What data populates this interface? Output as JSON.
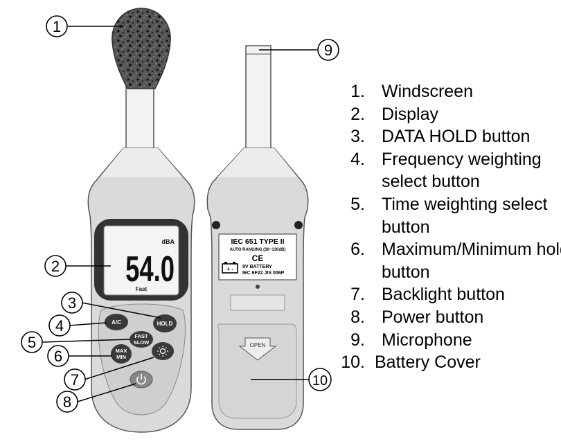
{
  "callouts": [
    "1",
    "2",
    "3",
    "4",
    "5",
    "6",
    "7",
    "8",
    "9",
    "10"
  ],
  "legend": [
    {
      "num": "1.",
      "text": "Windscreen"
    },
    {
      "num": "2.",
      "text": "Display"
    },
    {
      "num": "3.",
      "text": "DATA HOLD button"
    },
    {
      "num": "4.",
      "text": "Frequency weighting select button"
    },
    {
      "num": "5.",
      "text": "Time weighting select button"
    },
    {
      "num": "6.",
      "text": "Maximum/Minimum hold button"
    },
    {
      "num": "7.",
      "text": "Backlight button"
    },
    {
      "num": "8.",
      "text": "Power button"
    },
    {
      "num": "9.",
      "text": "Microphone"
    },
    {
      "num": "10.",
      "text": "Battery Cover"
    }
  ],
  "front": {
    "unit": "dBA",
    "reading": "54.0",
    "mode": "Fast",
    "btn_ac": "A/C",
    "btn_hold": "HOLD",
    "btn_fast": "FAST",
    "btn_slow": "SLOW",
    "btn_max": "MAX",
    "btn_min": "MIN",
    "power_icon": "power-icon",
    "backlight_icon": "sun-icon"
  },
  "back": {
    "label_title": "IEC 651 TYPE  II",
    "label_range": "AUTO RANGING (30~130dB)",
    "label_ce": "CE",
    "label_battery": "9V BATTERY",
    "label_std": "IEC 6F22 JIS 006P",
    "battery_icon": "battery-icon",
    "cover_text": "OPEN"
  }
}
